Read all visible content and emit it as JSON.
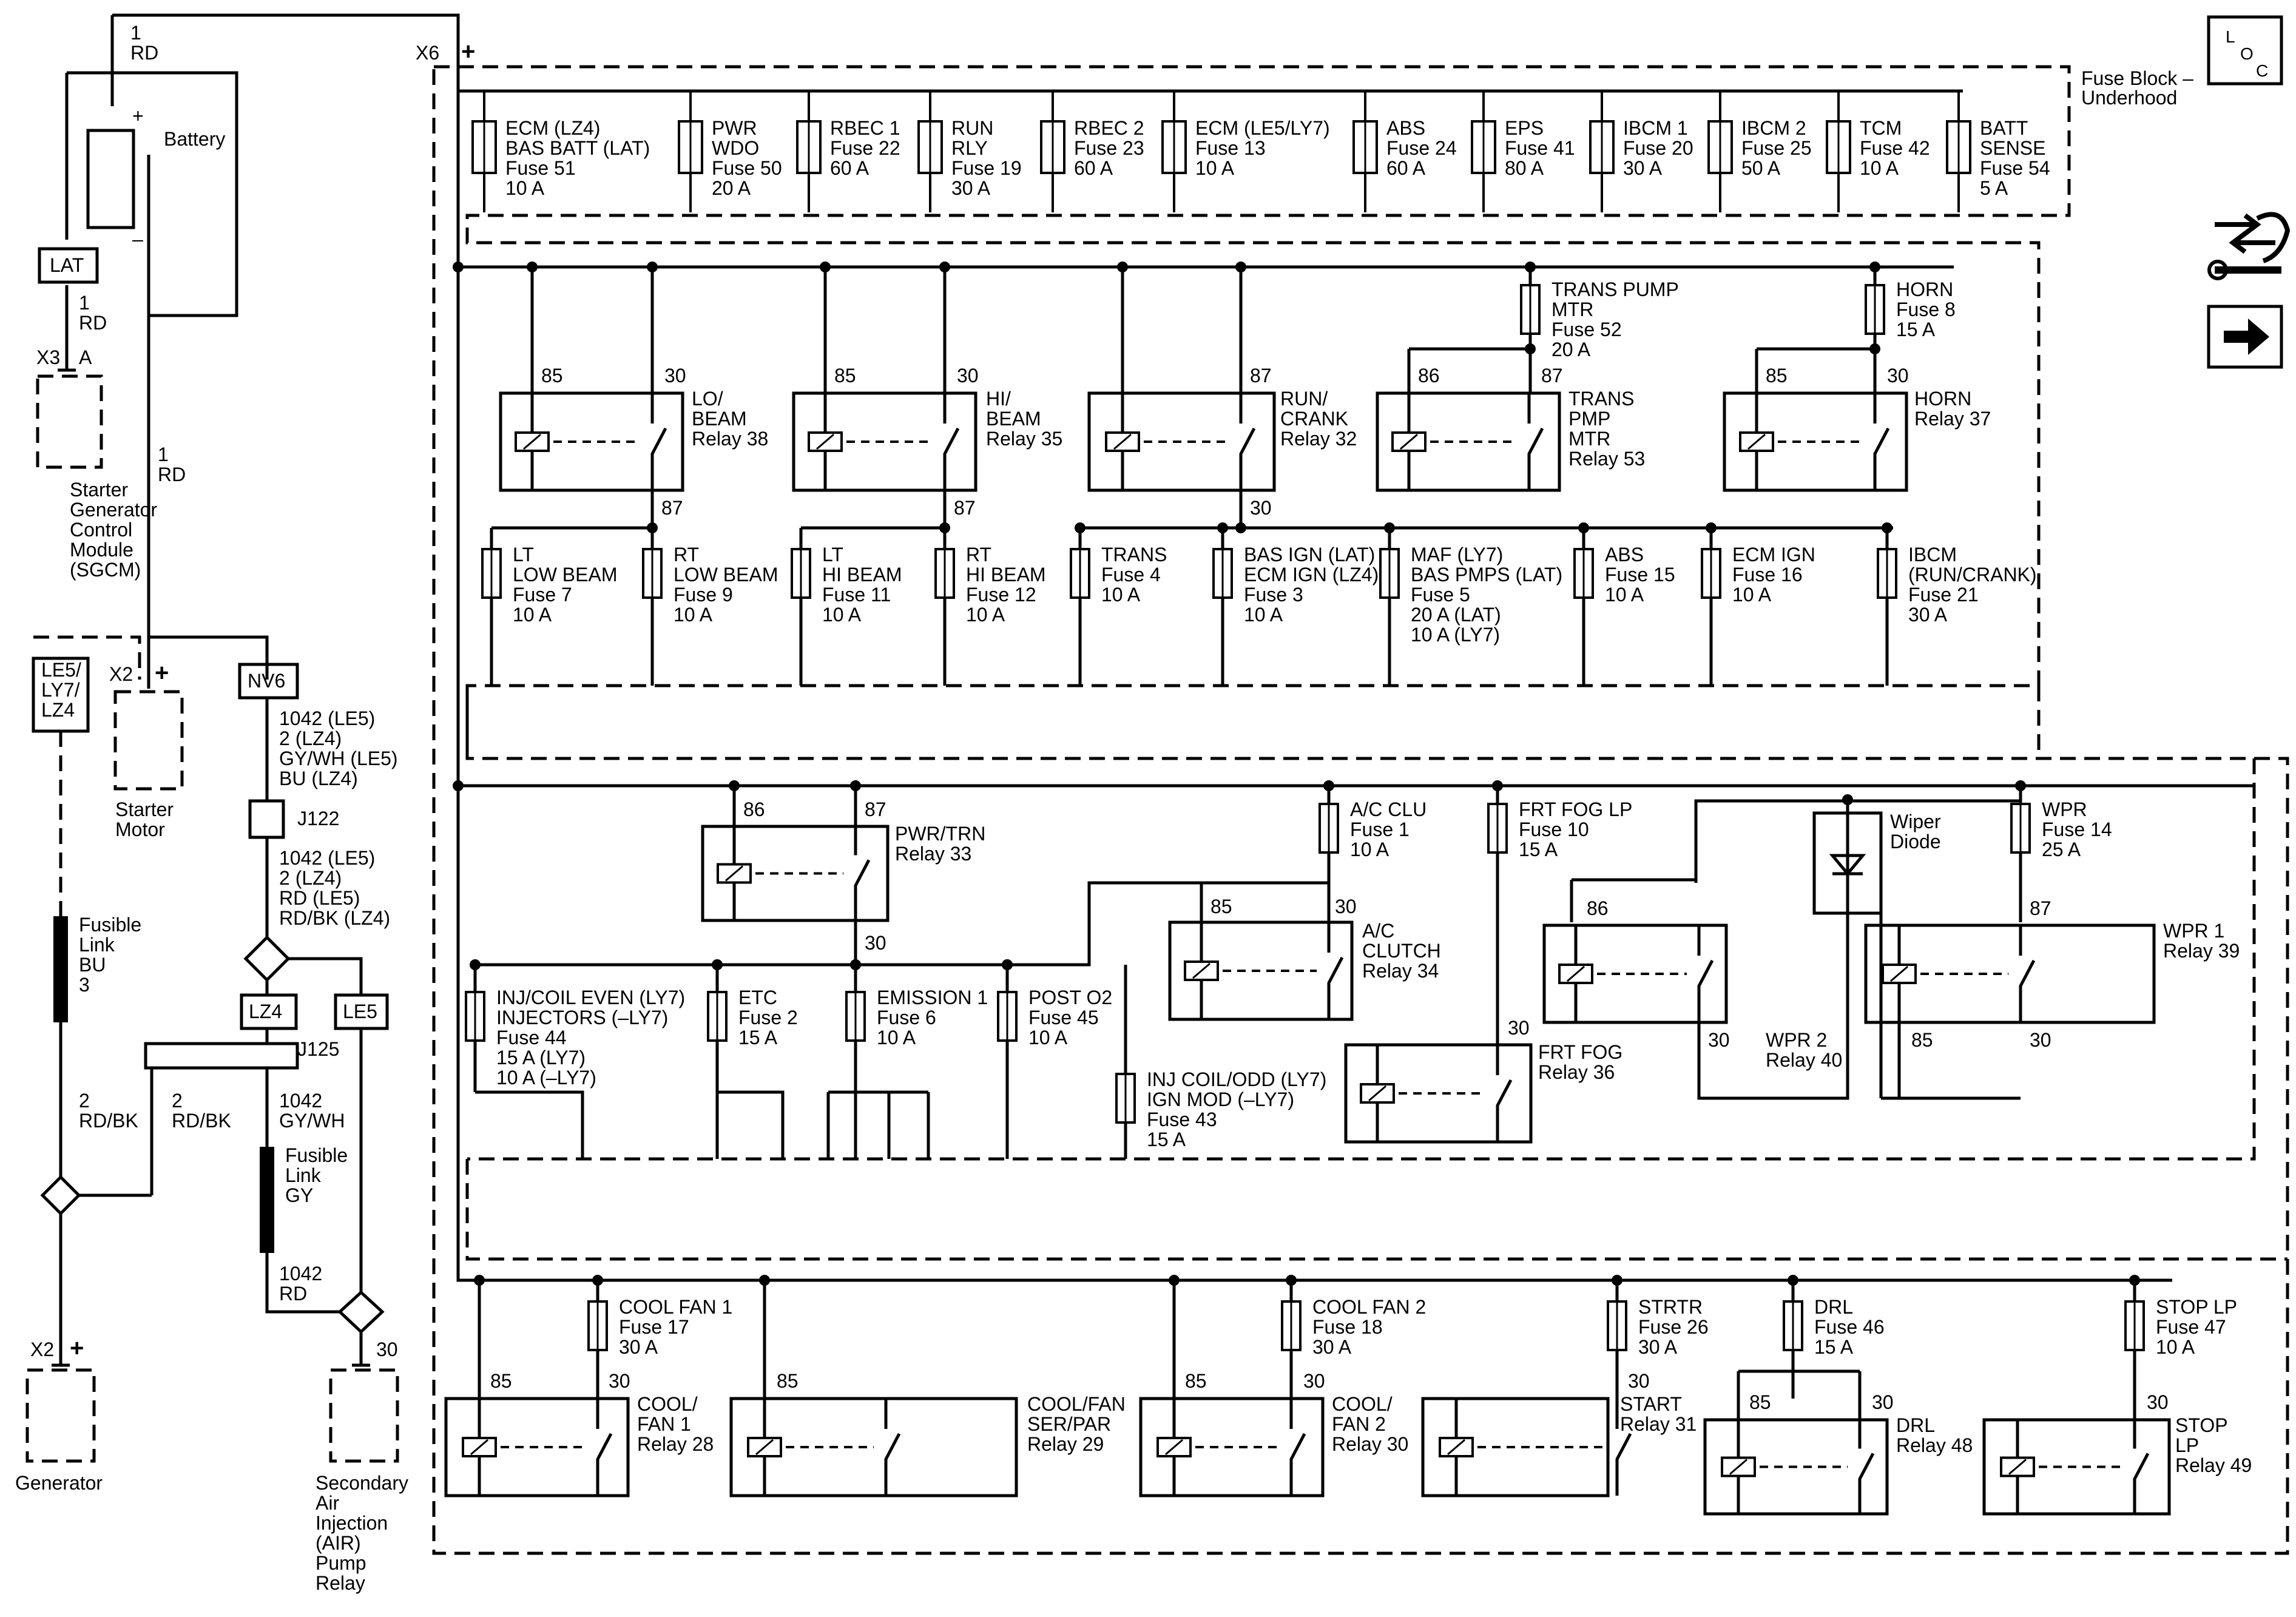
{
  "block": {
    "title": [
      "Fuse Block –",
      "Underhood"
    ],
    "connector": "X6",
    "plus": "+"
  },
  "icons": [
    "loc-icon",
    "tools-icon",
    "next-arrow-icon"
  ],
  "loc_letters": [
    "L",
    "O",
    "C"
  ],
  "top_fuses": [
    [
      "ECM (LZ4)",
      "BAS BATT (LAT)",
      "Fuse 51",
      "10 A"
    ],
    [
      "PWR",
      "WDO",
      "Fuse 50",
      "20 A"
    ],
    [
      "RBEC 1",
      "Fuse 22",
      "60 A"
    ],
    [
      "RUN",
      "RLY",
      "Fuse 19",
      "30 A"
    ],
    [
      "RBEC 2",
      "Fuse 23",
      "60 A"
    ],
    [
      "ECM (LE5/LY7)",
      "Fuse 13",
      "10 A"
    ],
    [
      "ABS",
      "Fuse 24",
      "60 A"
    ],
    [
      "EPS",
      "Fuse 41",
      "80 A"
    ],
    [
      "IBCM 1",
      "Fuse 20",
      "30 A"
    ],
    [
      "IBCM 2",
      "Fuse 25",
      "50 A"
    ],
    [
      "TCM",
      "Fuse 42",
      "10 A"
    ],
    [
      "BATT",
      "SENSE",
      "Fuse 54",
      "5 A"
    ]
  ],
  "row2_fuses": [
    [
      "TRANS PUMP",
      "MTR",
      "Fuse 52",
      "20 A"
    ],
    [
      "HORN",
      "Fuse 8",
      "15 A"
    ]
  ],
  "row2_relays": [
    {
      "label": [
        "LO/",
        "BEAM",
        "Relay 38"
      ],
      "pins": [
        "85",
        "30"
      ],
      "out": "87"
    },
    {
      "label": [
        "HI/",
        "BEAM",
        "Relay 35"
      ],
      "pins": [
        "85",
        "30"
      ],
      "out": "87"
    },
    {
      "label": [
        "RUN/",
        "CRANK",
        "Relay 32"
      ],
      "pins": [
        "87"
      ],
      "out": "30"
    },
    {
      "label": [
        "TRANS",
        "PMP",
        "MTR",
        "Relay 53"
      ],
      "pins": [
        "86",
        "87"
      ],
      "out": ""
    },
    {
      "label": [
        "HORN",
        "Relay 37"
      ],
      "pins": [
        "85",
        "30"
      ],
      "out": ""
    }
  ],
  "row2_lower_fuses": [
    [
      "LT",
      "LOW BEAM",
      "Fuse 7",
      "10 A"
    ],
    [
      "RT",
      "LOW BEAM",
      "Fuse 9",
      "10 A"
    ],
    [
      "LT",
      "HI BEAM",
      "Fuse 11",
      "10 A"
    ],
    [
      "RT",
      "HI BEAM",
      "Fuse 12",
      "10 A"
    ],
    [
      "TRANS",
      "Fuse 4",
      "10 A"
    ],
    [
      "BAS IGN (LAT)",
      "ECM IGN (LZ4)",
      "Fuse 3",
      "10 A"
    ],
    [
      "MAF (LY7)",
      "BAS PMPS (LAT)",
      "Fuse 5",
      "20 A (LAT)",
      "10 A (LY7)"
    ],
    [
      "ABS",
      "Fuse 15",
      "10 A"
    ],
    [
      "ECM IGN",
      "Fuse 16",
      "10 A"
    ],
    [
      "IBCM",
      "(RUN/CRANK)",
      "Fuse 21",
      "30 A"
    ]
  ],
  "row3": {
    "pwr_relay": {
      "label": [
        "PWR/TRN",
        "Relay 33"
      ],
      "pins": [
        "86",
        "87"
      ],
      "out": "30"
    },
    "fuses": [
      [
        "INJ/COIL EVEN (LY7)",
        "INJECTORS (–LY7)",
        "Fuse 44",
        "15 A (LY7)",
        "10 A (–LY7)"
      ],
      [
        "ETC",
        "Fuse 2",
        "15 A"
      ],
      [
        "EMISSION 1",
        "Fuse 6",
        "10 A"
      ],
      [
        "POST O2",
        "Fuse 45",
        "10 A"
      ],
      [
        "INJ COIL/ODD (LY7)",
        "IGN MOD (–LY7)",
        "Fuse 43",
        "15 A"
      ],
      [
        "A/C CLU",
        "Fuse 1",
        "10 A"
      ],
      [
        "FRT FOG LP",
        "Fuse 10",
        "15 A"
      ],
      [
        "WPR",
        "Fuse 14",
        "25 A"
      ]
    ],
    "ac_relay": {
      "label": [
        "A/C",
        "CLUTCH",
        "Relay 34"
      ],
      "pins": [
        "85",
        "30"
      ]
    },
    "fog_relay": {
      "label": [
        "FRT FOG",
        "Relay 36"
      ],
      "pin": "30"
    },
    "wiper_diode": [
      "Wiper",
      "Diode"
    ],
    "wpr2": {
      "label": [
        "WPR 2",
        "Relay 40"
      ],
      "pins": [
        "86",
        "30"
      ]
    },
    "wpr1": {
      "label": [
        "WPR 1",
        "Relay 39"
      ],
      "pins": [
        "87",
        "85",
        "30"
      ]
    }
  },
  "row4": {
    "fuses": [
      [
        "COOL FAN 1",
        "Fuse 17",
        "30 A"
      ],
      [
        "COOL FAN 2",
        "Fuse 18",
        "30 A"
      ],
      [
        "STRTR",
        "Fuse 26",
        "30 A"
      ],
      [
        "DRL",
        "Fuse 46",
        "15 A"
      ],
      [
        "STOP LP",
        "Fuse 47",
        "10 A"
      ]
    ],
    "relays": [
      {
        "label": [
          "COOL/",
          "FAN 1",
          "Relay 28"
        ],
        "pins": [
          "85",
          "30"
        ]
      },
      {
        "label": [
          "COOL/FAN",
          "SER/PAR",
          "Relay 29"
        ],
        "pins": [
          "85"
        ]
      },
      {
        "label": [
          "COOL/",
          "FAN 2",
          "Relay 30"
        ],
        "pins": [
          "85",
          "30"
        ]
      },
      {
        "label": [
          "START",
          "Relay 31"
        ],
        "pins": [
          "30"
        ]
      },
      {
        "label": [
          "DRL",
          "Relay 48"
        ],
        "pins": [
          "85",
          "30"
        ]
      },
      {
        "label": [
          "STOP",
          "LP",
          "Relay 49"
        ],
        "pins": [
          "30"
        ]
      }
    ]
  },
  "left": {
    "battery": "Battery",
    "wire_top": [
      "1",
      "RD"
    ],
    "lat": "LAT",
    "wire_lat": [
      "1",
      "RD"
    ],
    "x3": "X3",
    "x3pin": "A",
    "sgcm": [
      "Starter",
      "Generator",
      "Control",
      "Module",
      "(SGCM)"
    ],
    "wire_motor": [
      "1",
      "RD"
    ],
    "le5tag": [
      "LE5/",
      "LY7/",
      "LZ4"
    ],
    "x2": "X2",
    "starter": [
      "Starter",
      "Motor"
    ],
    "nv6": "NV6",
    "w1042a": [
      "1042 (LE5)",
      "2 (LZ4)",
      "GY/WH (LE5)",
      "BU (LZ4)"
    ],
    "j122": "J122",
    "w1042b": [
      "1042 (LE5)",
      "2 (LZ4)",
      "RD (LE5)",
      "RD/BK (LZ4)"
    ],
    "lz4": "LZ4",
    "le5": "LE5",
    "j125": "J125",
    "fusible_bu": [
      "Fusible",
      "Link",
      "BU",
      "3"
    ],
    "w2a": [
      "2",
      "RD/BK"
    ],
    "w2b": [
      "2",
      "RD/BK"
    ],
    "w1042c": [
      "1042",
      "GY/WH"
    ],
    "fusible_gy": [
      "Fusible",
      "Link",
      "GY"
    ],
    "w1042d": [
      "1042",
      "RD"
    ],
    "x2b": "X2",
    "generator": "Generator",
    "pin30": "30",
    "air": [
      "Secondary",
      "Air",
      "Injection",
      "(AIR)",
      "Pump",
      "Relay"
    ]
  }
}
